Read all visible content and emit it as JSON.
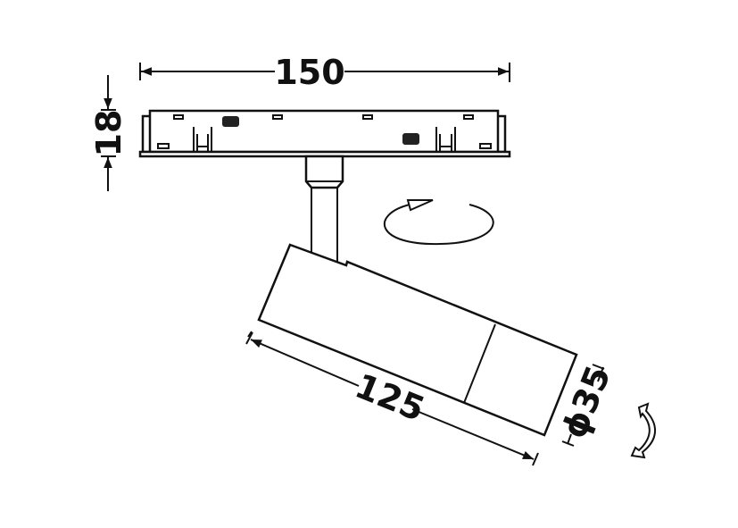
{
  "dimensions": {
    "track_length": "150",
    "track_height": "18",
    "spot_length": "125",
    "spot_diameter": "ϕ35"
  },
  "colors": {
    "line": "#111111",
    "background": "#ffffff"
  },
  "icons": [
    "rotate-horizontal-arrow-icon",
    "tilt-arrow-icon"
  ]
}
